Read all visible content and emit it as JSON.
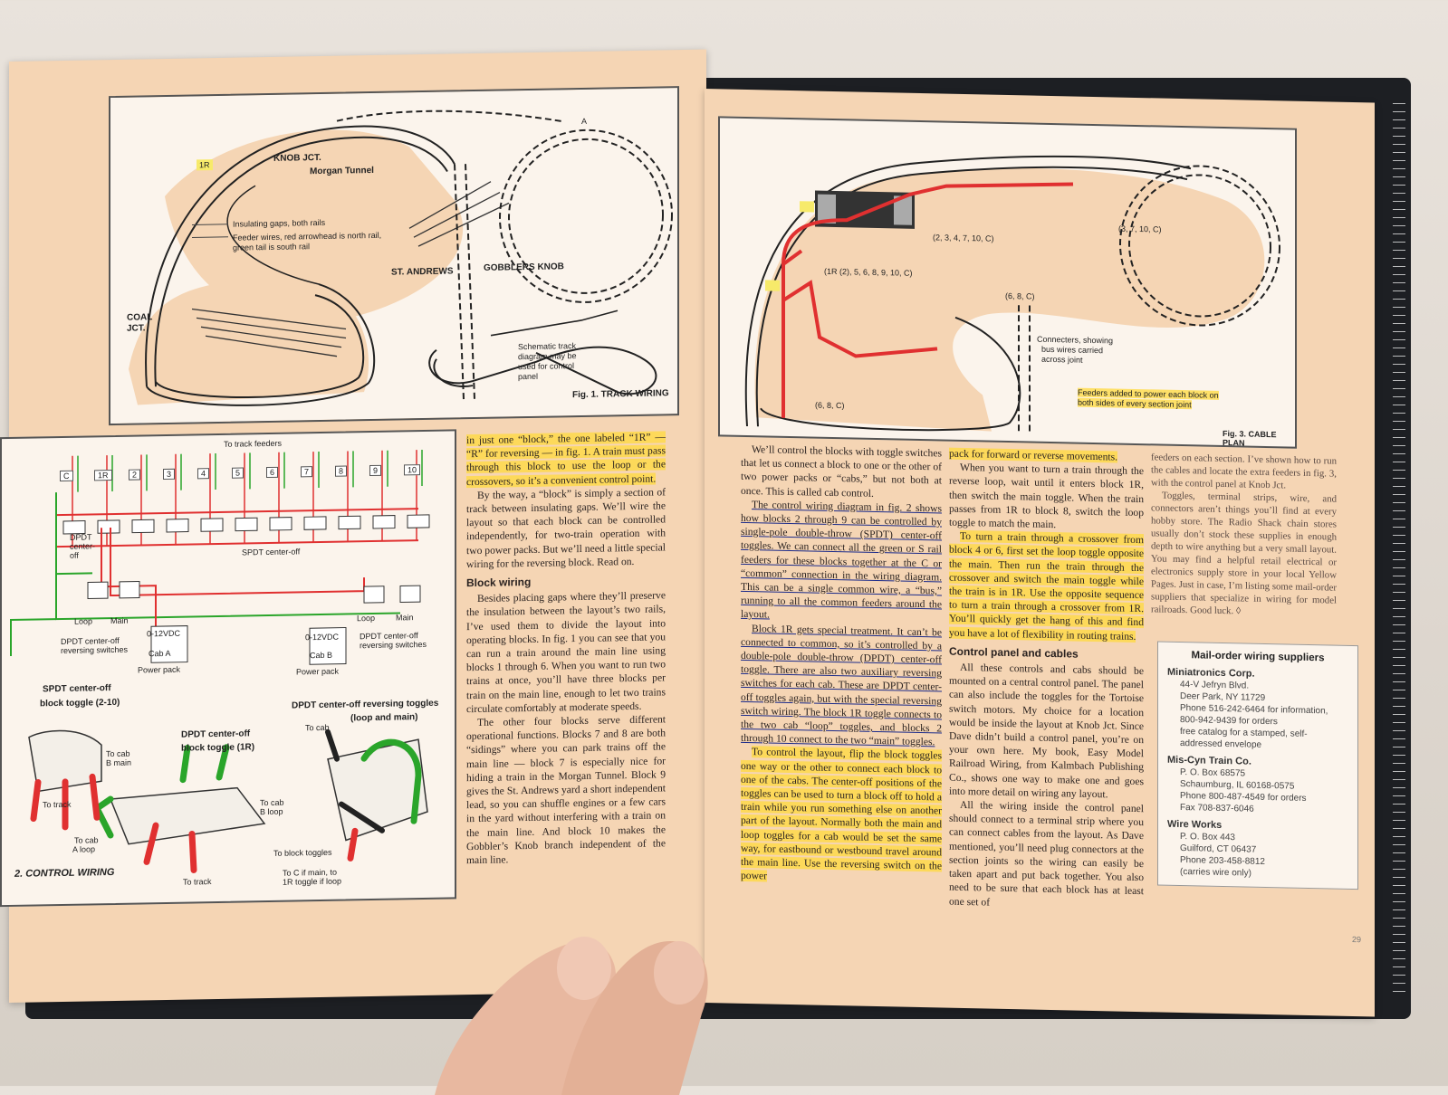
{
  "fig1": {
    "labels": {
      "knob_jct": "KNOB JCT.",
      "morgan_tunnel": "Morgan Tunnel",
      "insulating": "Insulating gaps, both rails",
      "feeder": "Feeder wires, red arrowhead is north rail,",
      "feeder2": "green tail is south rail",
      "st_andrews": "ST. ANDREWS",
      "gobblers_knob": "GOBBLERS KNOB",
      "coal_jct": "COAL",
      "coal_jct2": "JCT.",
      "schematic": "Schematic track",
      "schematic2": "diagram may be",
      "schematic3": "used for control",
      "schematic4": "panel",
      "one_r": "1R",
      "a": "A"
    },
    "caption": "Fig. 1. TRACK WIRING"
  },
  "fig2": {
    "to_track_feeders": "To track feeders",
    "spdt": "SPDT center-off",
    "dpdt": "DPDT",
    "center": "center-",
    "off": "off",
    "loop": "Loop",
    "main": "Main",
    "volt": "0-12VDC",
    "cab_a": "Cab A",
    "cab_b": "Cab B",
    "power_pack": "Power pack",
    "dpdt_rev": "DPDT center-off",
    "dpdt_rev2": "reversing switches",
    "spdt_toggle": "SPDT center-off",
    "spdt_toggle2": "block toggle (2-10)",
    "dpdt_block": "DPDT center-off",
    "dpdt_block2": "block toggle (1R)",
    "dpdt_toggles": "DPDT center-off reversing toggles",
    "dpdt_toggles2": "(loop and main)",
    "to_cab": "To cab",
    "to_cab_b_main": "B main",
    "to_track": "To track",
    "to_cab_b_loop": "B loop",
    "to_cab_a_loop": "A loop",
    "to_block_toggles": "To block toggles",
    "to_c_if_main": "To C if main, to",
    "to_c_if_main2": "1R toggle if loop",
    "caption": "2. CONTROL WIRING",
    "blocks": [
      "C",
      "1R",
      "2",
      "3",
      "4",
      "5",
      "6",
      "7",
      "8",
      "9",
      "10"
    ]
  },
  "fig3": {
    "labels": {
      "l1": "(2, 3, 4, 7, 10, C)",
      "l2": "(1R (2), 5, 6, 8, 9, 10, C)",
      "l3": "(3, 7, 10, C)",
      "l4": "(6, 8, C)",
      "l5": "(6, 8, C)",
      "conn1": "Connecters, showing",
      "conn2": "bus wires carried",
      "conn3": "across joint",
      "feed1": "Feeders added to power each block on",
      "feed2": "both sides of every section joint"
    },
    "caption": "Fig. 3. CABLE PLAN"
  },
  "left_col": {
    "p1": "in just one “block,” the one labeled “1R” — “R” for reversing — in fig. 1. A train must pass through this block to use the loop or the crossovers, so it’s a convenient control point.",
    "p2": "By the way, a “block” is simply a section of track between insulating gaps. We’ll wire the layout so that each block can be controlled independently, for two-train operation with two power packs. But we’ll need a little special wiring for the reversing block. Read on.",
    "h": "Block wiring",
    "p3": "Besides placing gaps where they’ll preserve the insulation between the layout’s two rails, I’ve used them to divide the layout into operating blocks. In fig. 1 you can see that you can run a train around the main line using blocks 1 through 6. When you want to run two trains at once, you’ll have three blocks per train on the main line, enough to let two trains circulate comfortably at moderate speeds.",
    "p4": "The other four blocks serve different operational functions. Blocks 7 and 8 are both “sidings” where you can park trains off the main line — block 7 is especially nice for hiding a train in the Morgan Tunnel. Block 9 gives the St. Andrews yard a short independent lead, so you can shuffle engines or a few cars in the yard without interfering with a train on the main line. And block 10 makes the Gobbler’s Knob branch independent of the main line."
  },
  "mid_col": {
    "p1": "We’ll control the blocks with toggle switches that let us connect a block to one or the other of two power packs or “cabs,” but not both at once. This is called cab control.",
    "p2": "The control wiring diagram in fig. 2 shows how blocks 2 through 9 can be controlled by single-pole double-throw (SPDT) center-off toggles. We can connect all the green or S rail feeders for these blocks together at the C or “common” connection in the wiring diagram. This can be a single common wire, a “bus,” running to all the common feeders around the layout.",
    "p3": "Block 1R gets special treatment. It can’t be connected to common, so it’s controlled by a double-pole double-throw (DPDT) center-off toggle. There are also two auxiliary reversing switches for each cab. These are DPDT center-off toggles again, but with the special reversing switch wiring. The block 1R toggle connects to the two cab “loop” toggles, and blocks 2 through 10 connect to the two “main” toggles.",
    "p4": "To control the layout, flip the block toggles one way or the other to connect each block to one of the cabs. The center-off positions of the toggles can be used to turn a block off to hold a train while you run something else on another part of the layout. Normally both the main and loop toggles for a cab would be set the same way, for eastbound or westbound travel around the main line. Use the reversing switch on the power"
  },
  "right_col": {
    "p1": "pack for forward or reverse movements.",
    "p2": "When you want to turn a train through the reverse loop, wait until it enters block 1R, then switch the main toggle. When the train passes from 1R to block 8, switch the loop toggle to match the main.",
    "p3": "To turn a train through a crossover from block 4 or 6, first set the loop toggle opposite the main. Then run the train through the crossover and switch the main toggle while the train is in 1R. Use the opposite sequence to turn a train through a crossover from 1R. You’ll quickly get the hang of this and find you have a lot of flexibility in routing trains.",
    "h": "Control panel and cables",
    "p4": "All these controls and cabs should be mounted on a central control panel. The panel can also include the toggles for the Tortoise switch motors. My choice for a location would be inside the layout at Knob Jct. Since Dave didn’t build a control panel, you’re on your own here. My book, Easy Model Railroad Wiring, from Kalmbach Publishing Co., shows one way to make one and goes into more detail on wiring any layout.",
    "p5": "All the wiring inside the control panel should connect to a terminal strip where you can connect cables from the layout. As Dave mentioned, you’ll need plug connectors at the section joints so the wiring can easily be taken apart and put back together. You also need to be sure that each block has at least one set of"
  },
  "far_col": {
    "p1": "feeders on each section. I’ve shown how to run the cables and locate the extra feeders in fig. 3, with the control panel at Knob Jct.",
    "p2": "Toggles, terminal strips, wire, and connectors aren’t things you’ll find at every hobby store. The Radio Shack chain stores usually don’t stock these supplies in enough depth to wire anything but a very small layout. You may find a helpful retail electrical or electronics supply store in your local Yellow Pages. Just in case, I’m listing some mail-order suppliers that specialize in wiring for model railroads. Good luck. ◊"
  },
  "suppliers": {
    "title": "Mail-order wiring suppliers",
    "s1": {
      "name": "Miniatronics Corp.",
      "lines": [
        "44-V Jefryn Blvd.",
        "Deer Park, NY 11729",
        "Phone 516-242-6464 for information,",
        "800-942-9439 for orders",
        "free catalog for a stamped, self-",
        "addressed envelope"
      ]
    },
    "s2": {
      "name": "Mis-Cyn Train Co.",
      "lines": [
        "P. O. Box 68575",
        "Schaumburg, IL 60168-0575",
        "Phone 800-487-4549 for orders",
        "Fax 708-837-6046"
      ]
    },
    "s3": {
      "name": "Wire Works",
      "lines": [
        "P. O. Box 443",
        "Guilford, CT 06437",
        "Phone 203-458-8812",
        "(carries wire only)"
      ]
    }
  },
  "page_number": "29",
  "colors": {
    "page": "#f5d5b4",
    "figure_bg": "#fbf4ec",
    "wire_red": "#e03030",
    "wire_green": "#2aa52a",
    "highlight": "#ffda3c",
    "mat": "#1d1f23"
  }
}
